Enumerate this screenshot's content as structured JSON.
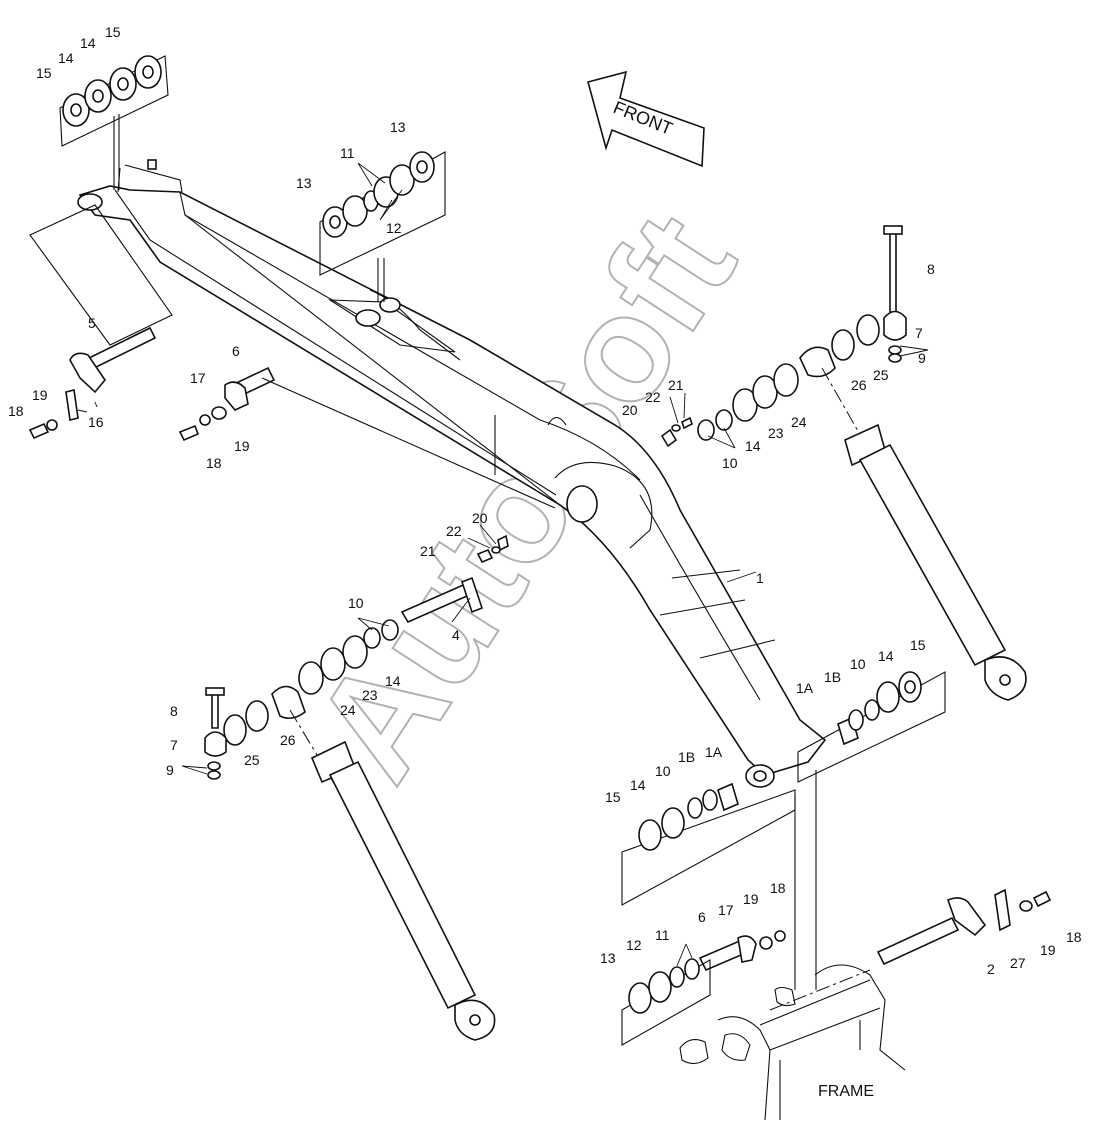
{
  "watermark": "AutoSoft",
  "front_label": "FRONT",
  "frame_label": "FRAME",
  "labels": [
    {
      "id": "15a",
      "text": "15"
    },
    {
      "id": "14a",
      "text": "14"
    },
    {
      "id": "15b",
      "text": "15"
    },
    {
      "id": "14b",
      "text": "14"
    },
    {
      "id": "13a",
      "text": "13"
    },
    {
      "id": "11a",
      "text": "11"
    },
    {
      "id": "13b",
      "text": "13"
    },
    {
      "id": "12a",
      "text": "12"
    },
    {
      "id": "5",
      "text": "5"
    },
    {
      "id": "6a",
      "text": "6"
    },
    {
      "id": "17a",
      "text": "17"
    },
    {
      "id": "19a",
      "text": "19"
    },
    {
      "id": "18a",
      "text": "18"
    },
    {
      "id": "16",
      "text": "16"
    },
    {
      "id": "19b",
      "text": "19"
    },
    {
      "id": "18b",
      "text": "18"
    },
    {
      "id": "8a",
      "text": "8"
    },
    {
      "id": "7a",
      "text": "7"
    },
    {
      "id": "9a",
      "text": "9"
    },
    {
      "id": "26a",
      "text": "26"
    },
    {
      "id": "25a",
      "text": "25"
    },
    {
      "id": "21a",
      "text": "21"
    },
    {
      "id": "22a",
      "text": "22"
    },
    {
      "id": "20a",
      "text": "20"
    },
    {
      "id": "24a",
      "text": "24"
    },
    {
      "id": "23a",
      "text": "23"
    },
    {
      "id": "14c",
      "text": "14"
    },
    {
      "id": "10a",
      "text": "10"
    },
    {
      "id": "20b",
      "text": "20"
    },
    {
      "id": "22b",
      "text": "22"
    },
    {
      "id": "21b",
      "text": "21"
    },
    {
      "id": "1",
      "text": "1"
    },
    {
      "id": "4",
      "text": "4"
    },
    {
      "id": "10b",
      "text": "10"
    },
    {
      "id": "23b",
      "text": "23"
    },
    {
      "id": "14d",
      "text": "14"
    },
    {
      "id": "24b",
      "text": "24"
    },
    {
      "id": "8b",
      "text": "8"
    },
    {
      "id": "7b",
      "text": "7"
    },
    {
      "id": "9b",
      "text": "9"
    },
    {
      "id": "25b",
      "text": "25"
    },
    {
      "id": "26b",
      "text": "26"
    },
    {
      "id": "1Aa",
      "text": "1A"
    },
    {
      "id": "1Ba",
      "text": "1B"
    },
    {
      "id": "10c",
      "text": "10"
    },
    {
      "id": "14e",
      "text": "14"
    },
    {
      "id": "15c",
      "text": "15"
    },
    {
      "id": "15d",
      "text": "15"
    },
    {
      "id": "14f",
      "text": "14"
    },
    {
      "id": "10d",
      "text": "10"
    },
    {
      "id": "1Bb",
      "text": "1B"
    },
    {
      "id": "1Ab",
      "text": "1A"
    },
    {
      "id": "6b",
      "text": "6"
    },
    {
      "id": "17b",
      "text": "17"
    },
    {
      "id": "19c",
      "text": "19"
    },
    {
      "id": "18c",
      "text": "18"
    },
    {
      "id": "13c",
      "text": "13"
    },
    {
      "id": "12b",
      "text": "12"
    },
    {
      "id": "11b",
      "text": "11"
    },
    {
      "id": "2",
      "text": "2"
    },
    {
      "id": "27",
      "text": "27"
    },
    {
      "id": "19d",
      "text": "19"
    },
    {
      "id": "18d",
      "text": "18"
    }
  ]
}
